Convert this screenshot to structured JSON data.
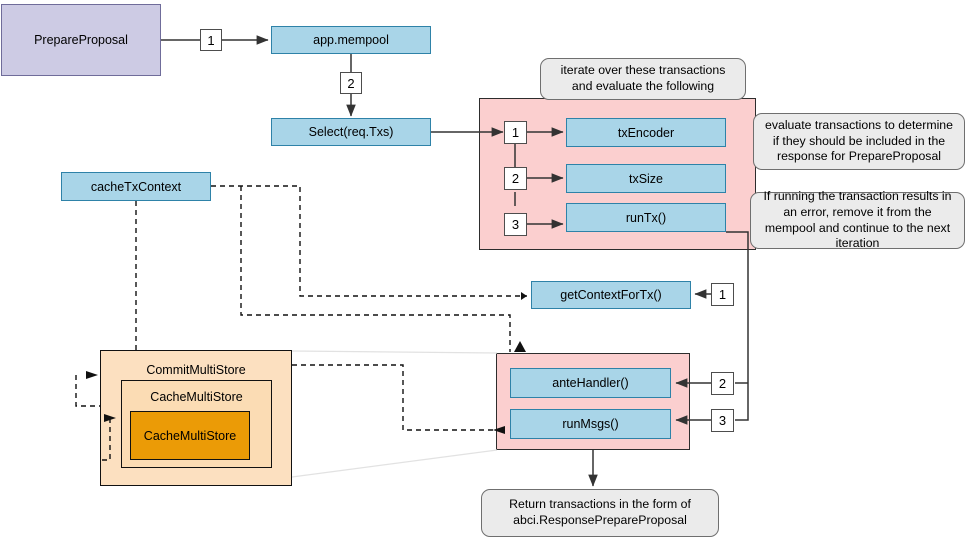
{
  "diagram": {
    "title": "PrepareProposal flow",
    "colors": {
      "blue_fill": "#a9d5e8",
      "blue_stroke": "#2e82a8",
      "purple_fill": "#cdcbe4",
      "purple_stroke": "#6f6c9a",
      "pink_fill": "#fbcfcf",
      "orange_outer_fill": "#fce0c0",
      "orange_mid_fill": "#fbdcb4",
      "orange_inner_fill": "#eb9b06",
      "callout_fill": "#ebebeb",
      "line": "#333333"
    },
    "nodes": {
      "prepare_proposal": "PrepareProposal",
      "app_mempool": "app.mempool",
      "select_req_txs": "Select(req.Txs)",
      "cache_tx_context": "cacheTxContext",
      "tx_encoder": "txEncoder",
      "tx_size": "txSize",
      "run_tx": "runTx()",
      "get_context_for_tx": "getContextForTx()",
      "ante_handler": "anteHandler()",
      "run_msgs": "runMsgs()",
      "commit_multi_store": "CommitMultiStore",
      "cache_multi_store_mid": "CacheMultiStore",
      "cache_multi_store_inner": "CacheMultiStore",
      "return_box": "Return transactions in the form of abci.ResponsePrepareProposal"
    },
    "callouts": {
      "iterate": "iterate over these transactions and evaluate the following",
      "evaluate": "evaluate transactions to determine if they should be included in the response for PrepareProposal",
      "error": "If running the transaction results in an error, remove it from the mempool and continue to the next iteration"
    },
    "badges": {
      "prepare_to_mempool": "1",
      "mempool_to_select": "2",
      "tx_encoder": "1",
      "tx_size": "2",
      "run_tx": "3",
      "get_context": "1",
      "ante_handler": "2",
      "run_msgs": "3"
    }
  }
}
